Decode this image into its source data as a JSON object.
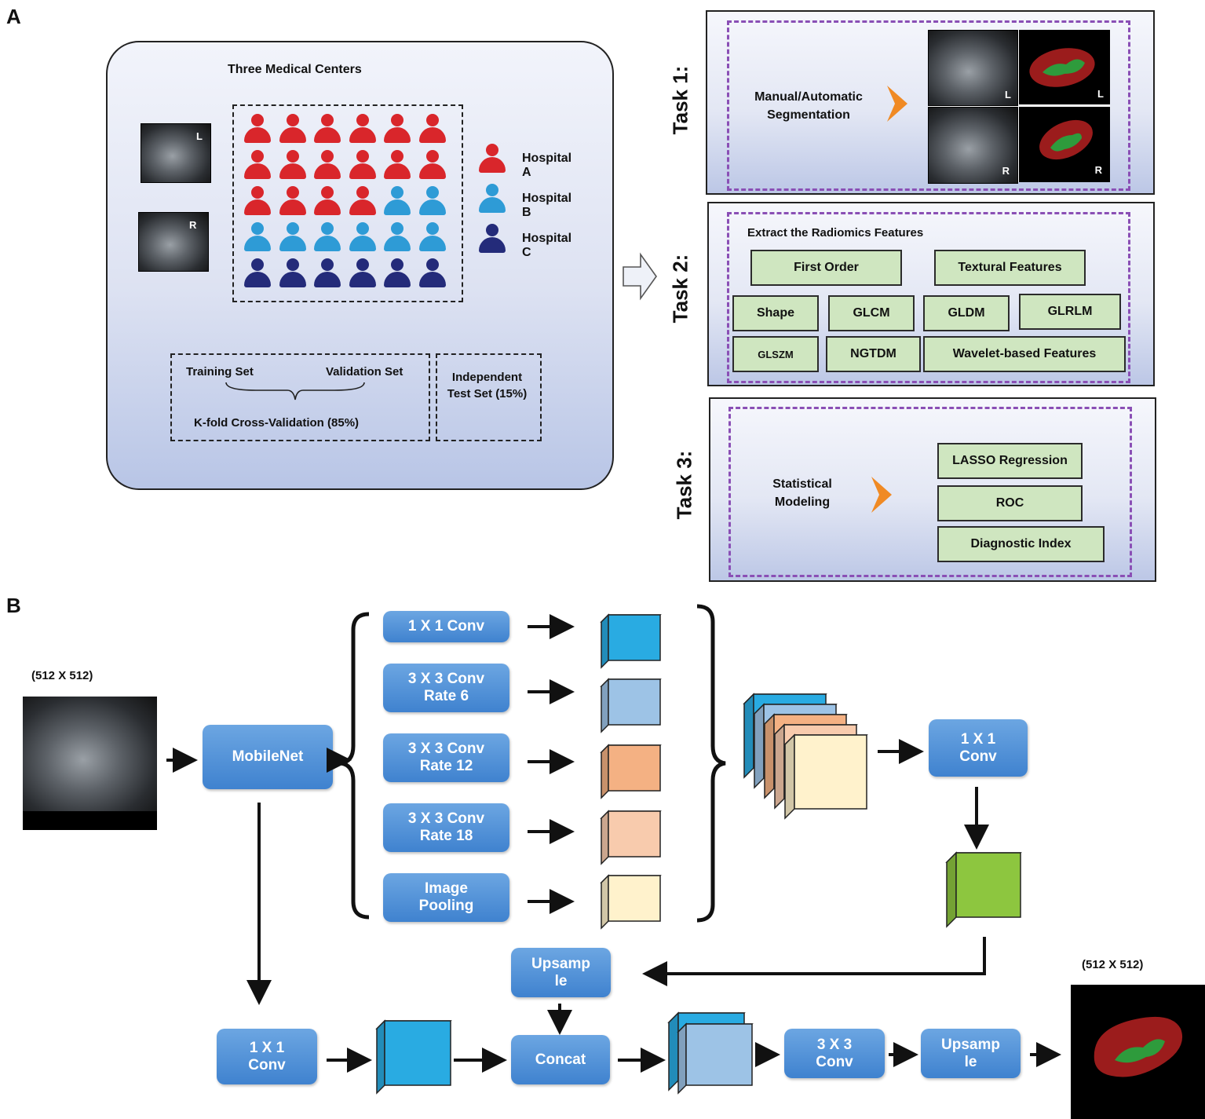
{
  "panel_a": {
    "letter": "A",
    "centers_title": "Three Medical Centers",
    "us_left_label": "L",
    "us_right_label": "R",
    "legend": [
      {
        "label": "Hospital A",
        "color": "#d9262b"
      },
      {
        "label": "Hospital B",
        "color": "#2e9bd6"
      },
      {
        "label": "Hospital C",
        "color": "#242b7a"
      }
    ],
    "people_grid": [
      [
        "A",
        "A",
        "A",
        "A",
        "A",
        "A"
      ],
      [
        "A",
        "A",
        "A",
        "A",
        "A",
        "A"
      ],
      [
        "A",
        "A",
        "A",
        "A",
        "B",
        "B"
      ],
      [
        "B",
        "B",
        "B",
        "B",
        "B",
        "B"
      ],
      [
        "C",
        "C",
        "C",
        "C",
        "C",
        "C"
      ]
    ],
    "split": {
      "training": "Training Set",
      "validation": "Validation Set",
      "kfold": "K-fold Cross-Validation (85%)",
      "independent": "Independent Test Set (15%)"
    },
    "tasks": {
      "task1": {
        "label": "Task 1:",
        "text": "Manual/Automatic Segmentation",
        "img_labels": [
          "L",
          "L",
          "R",
          "R"
        ]
      },
      "task2": {
        "label": "Task 2:",
        "title": "Extract the Radiomics Features",
        "features": [
          "First Order",
          "Textural Features",
          "Shape",
          "GLCM",
          "GLDM",
          "GLRLM",
          "GLSZM",
          "NGTDM",
          "Wavelet-based Features"
        ]
      },
      "task3": {
        "label": "Task 3:",
        "text": "Statistical Modeling",
        "items": [
          "LASSO Regression",
          "ROC",
          "Diagnostic Index"
        ]
      }
    }
  },
  "panel_b": {
    "letter": "B",
    "input_size": "(512 X 512)",
    "output_size": "(512 X 512)",
    "mobilenet": "MobileNet",
    "branches": [
      "1 X 1 Conv",
      "3 X 3 Conv Rate 6",
      "3 X 3 Conv Rate 12",
      "3 X 3 Conv Rate 18",
      "Image Pooling"
    ],
    "branch_colors": [
      "#29abe2",
      "#9dc3e6",
      "#f4b183",
      "#f8cbad",
      "#fff2cc"
    ],
    "conv1x1_right": "1 X 1 Conv",
    "upsample_top": "Upsample",
    "conv1x1_low": "1 X 1 Conv",
    "concat": "Concat",
    "conv3x3": "3 X 3 Conv",
    "upsample_final": "Upsample"
  }
}
